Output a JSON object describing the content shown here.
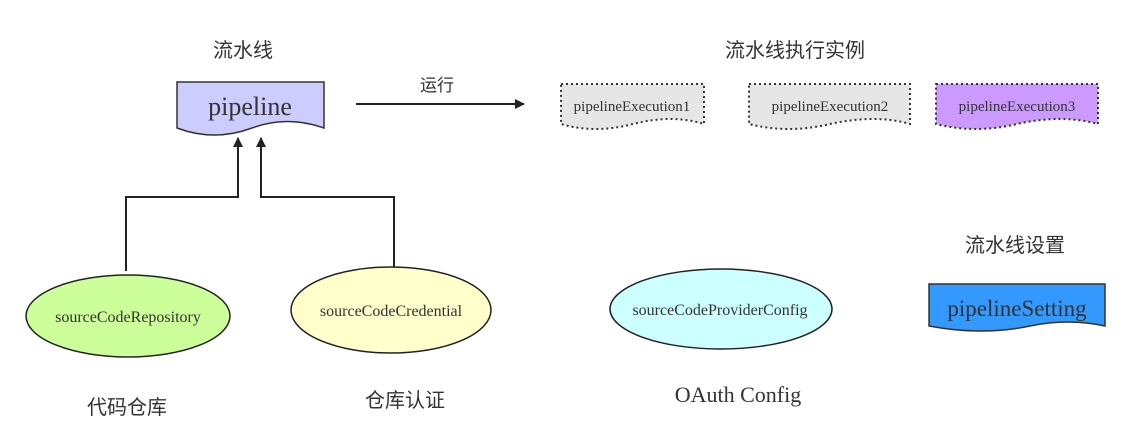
{
  "labels": {
    "pipeline_title": "流水线",
    "executions_title": "流水线执行实例",
    "run_edge": "运行",
    "setting_title": "流水线设置",
    "repo_caption": "代码仓库",
    "credential_caption": "仓库认证",
    "oauth_caption": "OAuth Config"
  },
  "nodes": {
    "pipeline": {
      "label": "pipeline",
      "fill": "#ccccff"
    },
    "executions": [
      {
        "label": "pipelineExecution1",
        "fill": "#e6e6e6"
      },
      {
        "label": "pipelineExecution2",
        "fill": "#e6e6e6"
      },
      {
        "label": "pipelineExecution3",
        "fill": "#cc99ff"
      }
    ],
    "repository": {
      "label": "sourceCodeRepository",
      "fill": "#ccff99"
    },
    "credential": {
      "label": "sourceCodeCredential",
      "fill": "#ffffcc"
    },
    "provider_config": {
      "label": "sourceCodeProviderConfig",
      "fill": "#ccffff"
    },
    "setting": {
      "label": "pipelineSetting",
      "fill": "#3399ff"
    }
  }
}
